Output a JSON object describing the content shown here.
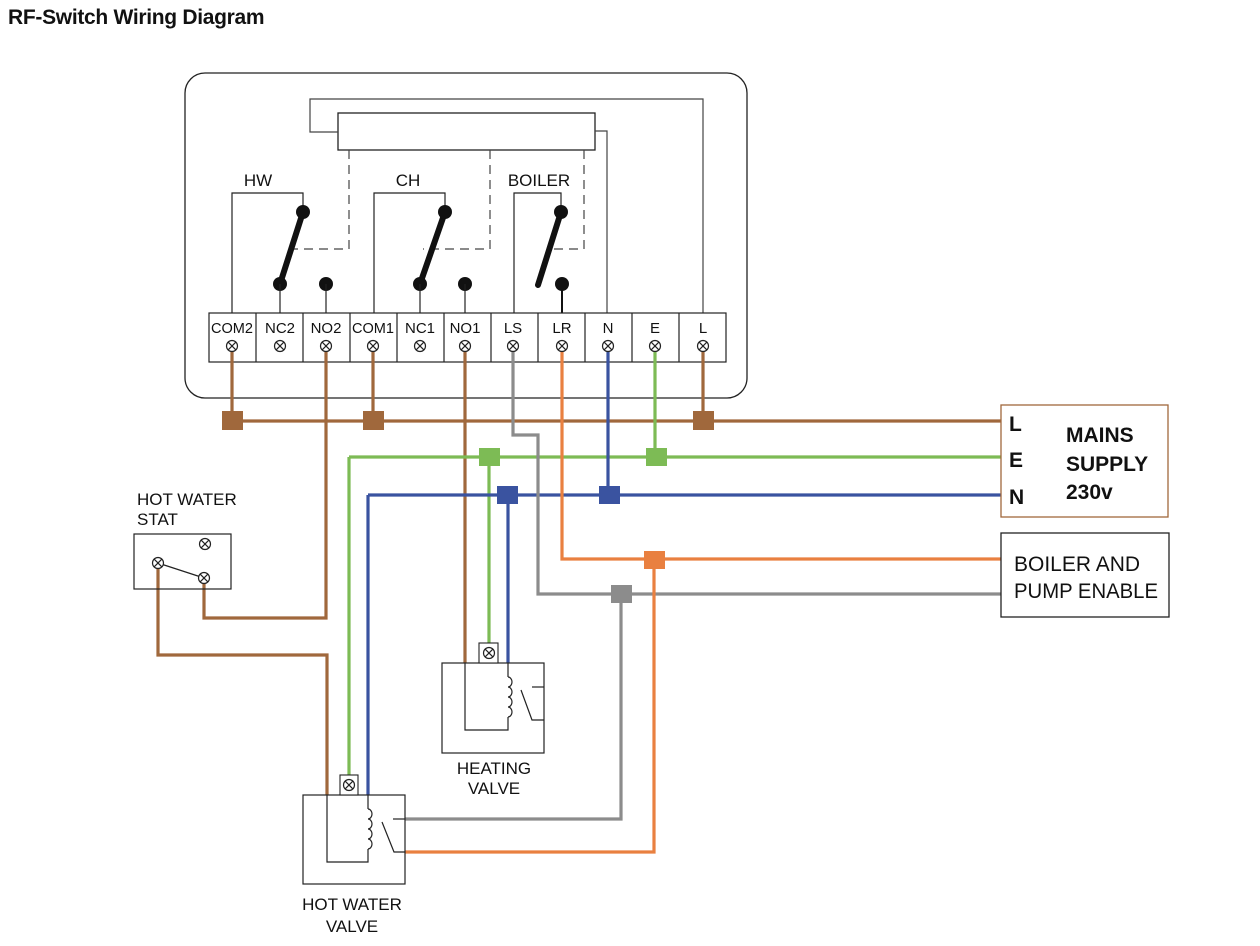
{
  "title": "RF-Switch Wiring Diagram",
  "controller": {
    "groups": [
      {
        "label": "HW"
      },
      {
        "label": "CH"
      },
      {
        "label": "BOILER"
      }
    ],
    "terminals": [
      "COM2",
      "NC2",
      "NO2",
      "COM1",
      "NC1",
      "NO1",
      "LS",
      "LR",
      "N",
      "E",
      "L"
    ]
  },
  "colors": {
    "live_brown": "#a0683c",
    "earth_green": "#7dbb55",
    "neutral_blue": "#3a53a0",
    "switched_orange": "#e98040",
    "switched_grey": "#8c8c8c",
    "line_black": "#222222"
  },
  "mains": {
    "terminals": [
      "L",
      "E",
      "N"
    ],
    "label_lines": [
      "MAINS",
      "SUPPLY",
      "230v"
    ]
  },
  "boiler_pump": {
    "label_lines": [
      "BOILER AND",
      "PUMP ENABLE"
    ]
  },
  "hot_water_stat": {
    "label_lines": [
      "HOT WATER",
      "STAT"
    ]
  },
  "heating_valve": {
    "label_lines": [
      "HEATING",
      "VALVE"
    ]
  },
  "hot_water_valve": {
    "label_lines": [
      "HOT WATER",
      "VALVE"
    ]
  }
}
